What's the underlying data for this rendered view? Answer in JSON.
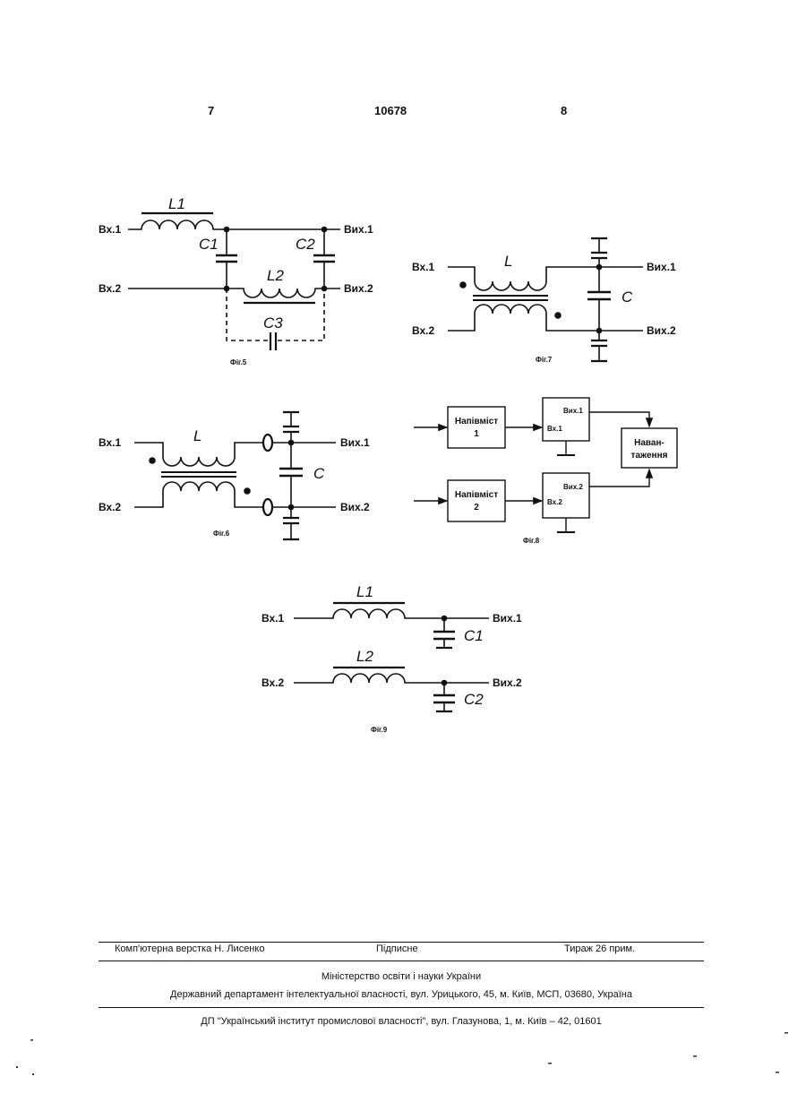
{
  "header": {
    "page_left": "7",
    "patent_number": "10678",
    "page_right": "8"
  },
  "figures": {
    "fig5": {
      "caption": "Фіг.5",
      "in1": "Вх.1",
      "in2": "Вх.2",
      "out1": "Вих.1",
      "out2": "Вих.2",
      "L1": "L1",
      "L2": "L2",
      "C1": "C1",
      "C2": "C2",
      "C3": "C3"
    },
    "fig6": {
      "caption": "Фіг.6",
      "in1": "Вх.1",
      "in2": "Вх.2",
      "out1": "Вих.1",
      "out2": "Вих.2",
      "L": "L",
      "C": "C"
    },
    "fig7": {
      "caption": "Фіг.7",
      "in1": "Вх.1",
      "in2": "Вх.2",
      "out1": "Вих.1",
      "out2": "Вих.2",
      "L": "L",
      "C": "C"
    },
    "fig8": {
      "caption": "Фіг.8",
      "block1_line1": "Напівміст",
      "block1_line2": "1",
      "block2_line1": "Напівміст",
      "block2_line2": "2",
      "load_line1": "Наван-",
      "load_line2": "таження",
      "in1": "Вх.1",
      "in2": "Вх.2",
      "out1": "Вих.1",
      "out2": "Вих.2"
    },
    "fig9": {
      "caption": "Фіг.9",
      "in1": "Вх.1",
      "in2": "Вх.2",
      "out1": "Вих.1",
      "out2": "Вих.2",
      "L1": "L1",
      "L2": "L2",
      "C1": "C1",
      "C2": "C2"
    }
  },
  "footer": {
    "typesetting": "Комп'ютерна верстка Н. Лисенко",
    "signed": "Підписне",
    "circulation": "Тираж 26 прим.",
    "ministry": "Міністерство освіти і науки України",
    "department": "Державний департамент інтелектуальної власності, вул. Урицького, 45, м. Київ, МСП, 03680, Україна",
    "publisher": "ДП \"Український інститут промислової власності\", вул. Глазунова, 1, м. Київ – 42, 01601"
  }
}
